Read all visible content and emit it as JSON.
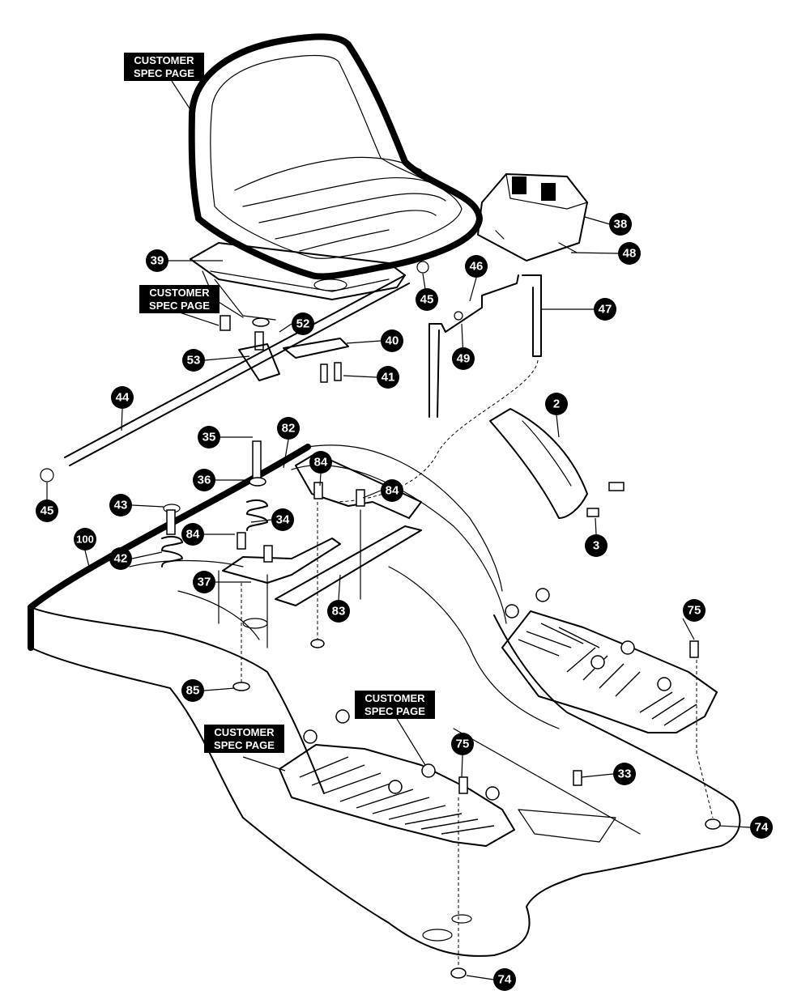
{
  "spec_label_line1": "CUSTOMER",
  "spec_label_line2": "SPEC PAGE",
  "callouts": [
    {
      "id": "c38",
      "number": "38"
    },
    {
      "id": "c48",
      "number": "48"
    },
    {
      "id": "c39",
      "number": "39"
    },
    {
      "id": "c45a",
      "number": "45"
    },
    {
      "id": "c46",
      "number": "46"
    },
    {
      "id": "c47",
      "number": "47"
    },
    {
      "id": "c52",
      "number": "52"
    },
    {
      "id": "c40",
      "number": "40"
    },
    {
      "id": "c49",
      "number": "49"
    },
    {
      "id": "c53",
      "number": "53"
    },
    {
      "id": "c41",
      "number": "41"
    },
    {
      "id": "c44",
      "number": "44"
    },
    {
      "id": "c2",
      "number": "2"
    },
    {
      "id": "c35",
      "number": "35"
    },
    {
      "id": "c82",
      "number": "82"
    },
    {
      "id": "c84a",
      "number": "84"
    },
    {
      "id": "c36",
      "number": "36"
    },
    {
      "id": "c84b",
      "number": "84"
    },
    {
      "id": "c45b",
      "number": "45"
    },
    {
      "id": "c43",
      "number": "43"
    },
    {
      "id": "c34",
      "number": "34"
    },
    {
      "id": "c3",
      "number": "3"
    },
    {
      "id": "c100",
      "number": "100"
    },
    {
      "id": "c84c",
      "number": "84"
    },
    {
      "id": "c42",
      "number": "42"
    },
    {
      "id": "c37",
      "number": "37"
    },
    {
      "id": "c83",
      "number": "83"
    },
    {
      "id": "c75a",
      "number": "75"
    },
    {
      "id": "c85",
      "number": "85"
    },
    {
      "id": "c75b",
      "number": "75"
    },
    {
      "id": "c33",
      "number": "33"
    },
    {
      "id": "c74a",
      "number": "74"
    },
    {
      "id": "c74b",
      "number": "74"
    }
  ]
}
